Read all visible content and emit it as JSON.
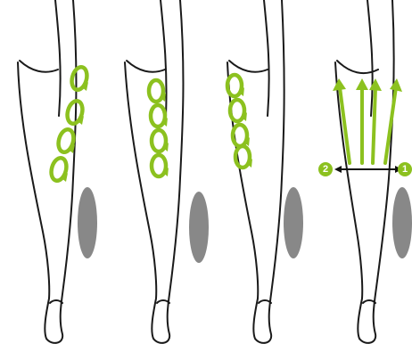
{
  "colors": {
    "accent": "#8cc11f",
    "pad": "#888888",
    "outline": "#1a1a1a"
  },
  "panels": [
    {
      "id": 1,
      "technique": "circular-loops-diagonal",
      "loop_count": 4
    },
    {
      "id": 2,
      "technique": "circular-loops-vertical",
      "loop_count": 4
    },
    {
      "id": 3,
      "technique": "circular-loops-offset",
      "loop_count": 4
    },
    {
      "id": 4,
      "technique": "upward-strokes",
      "arrow_count": 4
    }
  ],
  "markers": {
    "left_label": "2",
    "right_label": "1"
  }
}
